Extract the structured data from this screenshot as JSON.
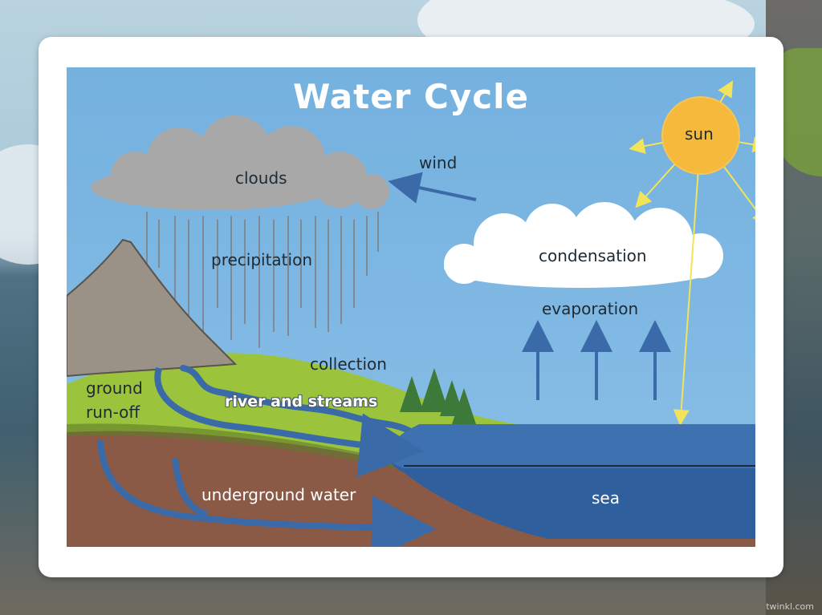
{
  "title": "Water Cycle",
  "labels": {
    "sun": "sun",
    "wind": "wind",
    "clouds": "clouds",
    "precipitation": "precipitation",
    "condensation": "condensation",
    "evaporation": "evaporation",
    "collection": "collection",
    "ground_runoff_line1": "ground",
    "ground_runoff_line2": "run-off",
    "river": "river and streams",
    "underground": "underground water",
    "sea": "sea"
  },
  "watermark": "twinkl.com",
  "colors": {
    "sky": "#7db7e2",
    "sun": "#f5b93c",
    "arrow_blue": "#3a6aa8",
    "sun_ray": "#f5e15a",
    "grass": "#9bc43c",
    "soil": "#8a5a47",
    "sea": "#3d71b0"
  }
}
